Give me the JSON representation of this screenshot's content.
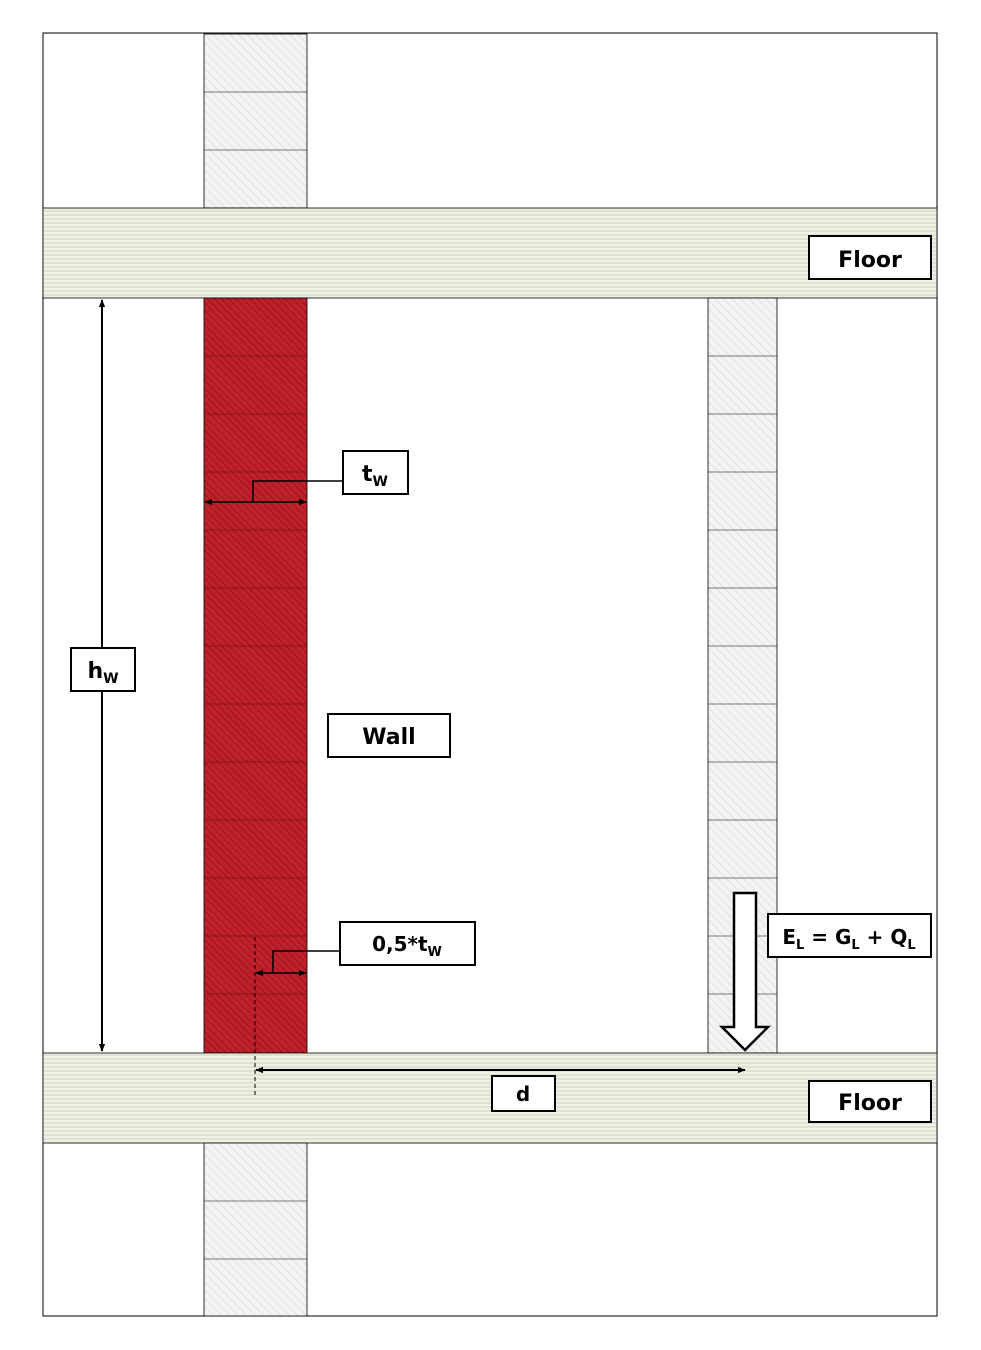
{
  "labels": {
    "floor_top": "Floor",
    "floor_bottom": "Floor",
    "wall": "Wall",
    "wall_thickness": {
      "main": "t",
      "sub": "W"
    },
    "wall_height": {
      "main": "h",
      "sub": "W"
    },
    "half_thickness": {
      "prefix": "0,5*t",
      "sub": "W"
    },
    "distance": "d",
    "load": {
      "e": "E",
      "e_sub": "L",
      "eq": " = ",
      "g": "G",
      "g_sub": "L",
      "plus": " + ",
      "q": "Q",
      "q_sub": "L"
    }
  },
  "colors": {
    "loaded_wall": "#c0202a",
    "hatch_line": "#7a1015",
    "masonry_fill": "#f3f3f3",
    "masonry_hatch": "#d6d6d6",
    "floor_fill": "#edf0e4",
    "floor_stripe": "#cfd6bd",
    "outline": "#000000"
  }
}
